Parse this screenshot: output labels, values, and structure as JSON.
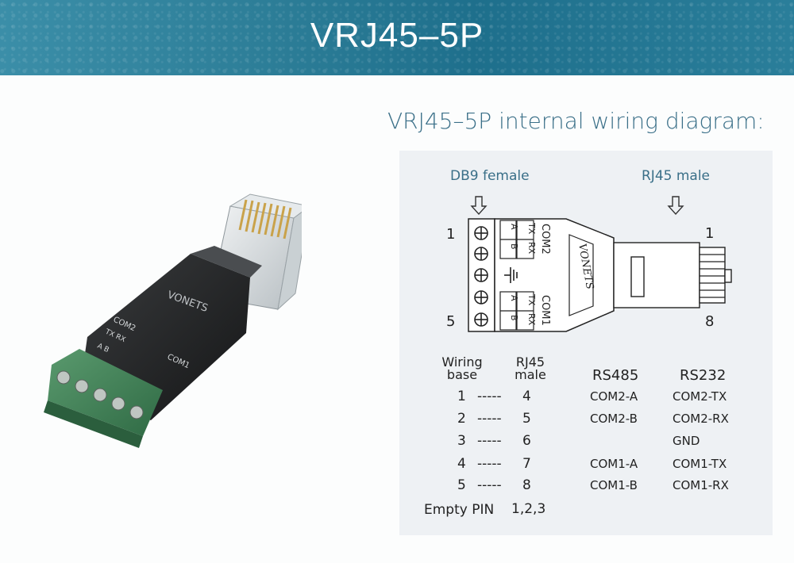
{
  "banner": {
    "title": "VRJ45–5P"
  },
  "diagram": {
    "title": "VRJ45–5P internal wiring diagram:",
    "db9_label": "DB9 female",
    "rj45_label": "RJ45 male",
    "left_pin_top": "1",
    "left_pin_bottom": "5",
    "right_pin_top": "1",
    "right_pin_bottom": "8",
    "brand": "VONETS",
    "com2": "COM2",
    "com1": "COM1",
    "tx": "TX",
    "rx": "RX",
    "a": "A",
    "b": "B"
  },
  "product": {
    "com2": "COM2",
    "com1": "COM1",
    "tx_rx": "TX RX",
    "a_b": "A  B",
    "brand": "VONETS"
  },
  "table": {
    "col_base_1": "Wiring",
    "col_base_2": "base",
    "col_rj45_1": "RJ45",
    "col_rj45_2": "male",
    "col_rs485": "RS485",
    "col_rs232": "RS232",
    "rows": [
      {
        "base": "1",
        "dash": "-----",
        "rj45": "4",
        "rs485": "COM2-A",
        "rs232": "COM2-TX"
      },
      {
        "base": "2",
        "dash": "-----",
        "rj45": "5",
        "rs485": "COM2-B",
        "rs232": "COM2-RX"
      },
      {
        "base": "3",
        "dash": "-----",
        "rj45": "6",
        "rs485": "",
        "rs232": "GND"
      },
      {
        "base": "4",
        "dash": "-----",
        "rj45": "7",
        "rs485": "COM1-A",
        "rs232": "COM1-TX"
      },
      {
        "base": "5",
        "dash": "-----",
        "rj45": "8",
        "rs485": "COM1-B",
        "rs232": "COM1-RX"
      }
    ],
    "empty_label": "Empty PIN",
    "empty_value": "1,2,3"
  }
}
